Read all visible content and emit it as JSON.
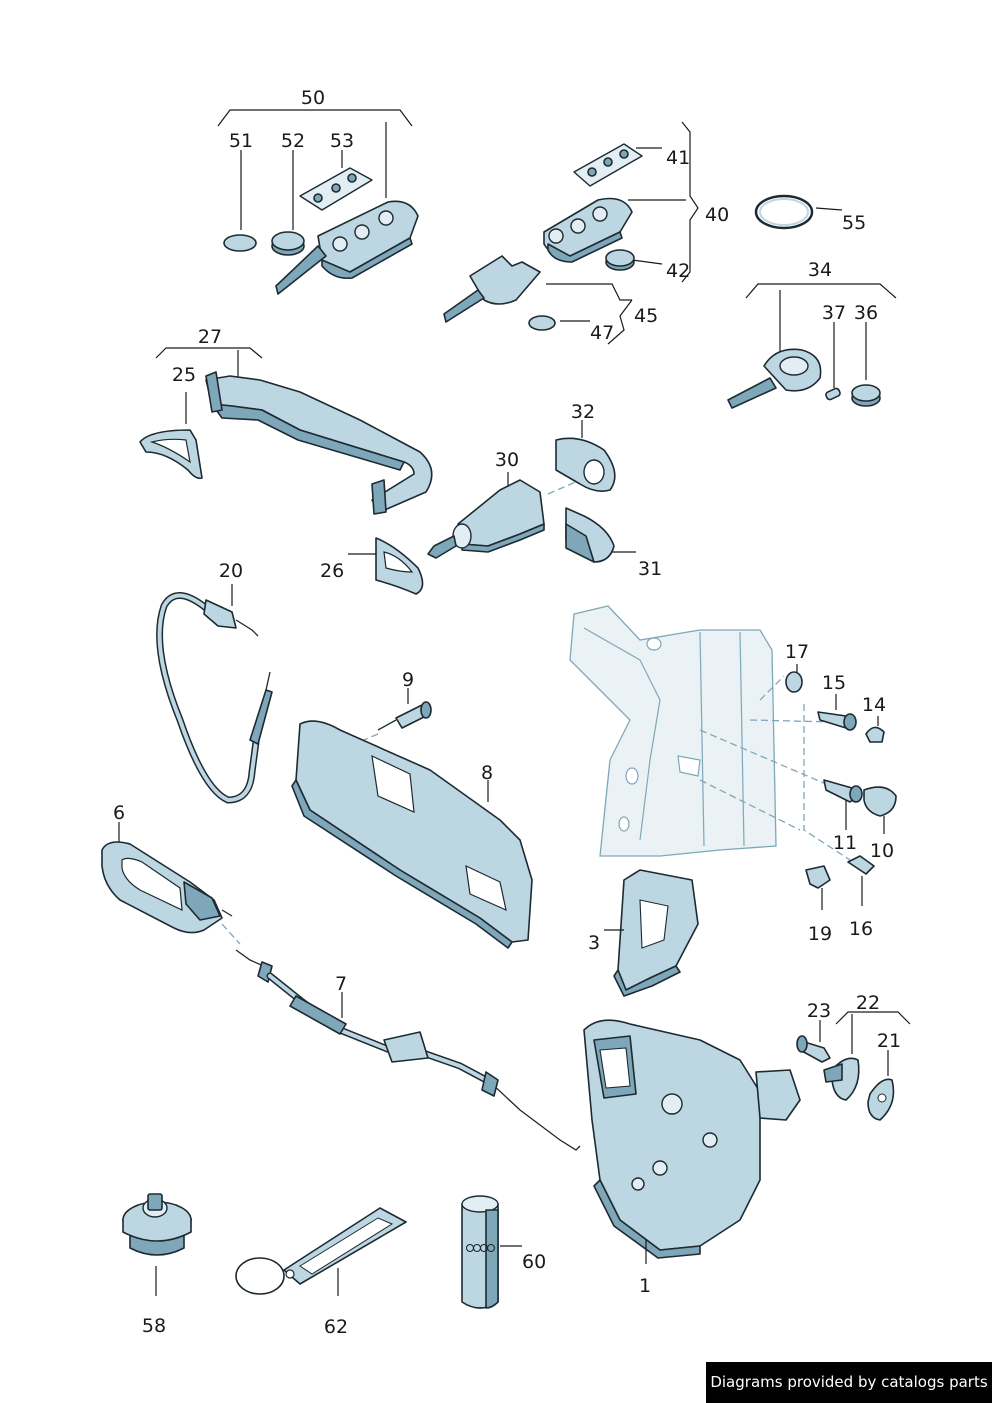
{
  "diagram": {
    "callouts": {
      "c50": "50",
      "c51": "51",
      "c52": "52",
      "c53": "53",
      "c41": "41",
      "c40": "40",
      "c42": "42",
      "c45": "45",
      "c47": "47",
      "c55": "55",
      "c34": "34",
      "c37": "37",
      "c36": "36",
      "c27": "27",
      "c25": "25",
      "c32": "32",
      "c30": "30",
      "c26": "26",
      "c31": "31",
      "c20": "20",
      "c9": "9",
      "c8": "8",
      "c17": "17",
      "c15": "15",
      "c14": "14",
      "c10": "10",
      "c11": "11",
      "c19": "19",
      "c16": "16",
      "c6": "6",
      "c3": "3",
      "c7": "7",
      "c23": "23",
      "c22": "22",
      "c21": "21",
      "c1": "1",
      "c58": "58",
      "c62": "62",
      "c60": "60"
    },
    "colors": {
      "part_fill": "#bcd6e2",
      "part_shadow": "#7fa7ba",
      "outline": "#1d2a31",
      "footer_bg": "#000000",
      "footer_text": "#ffffff"
    }
  },
  "footer": {
    "credit": "Diagrams provided by catalogs parts"
  }
}
